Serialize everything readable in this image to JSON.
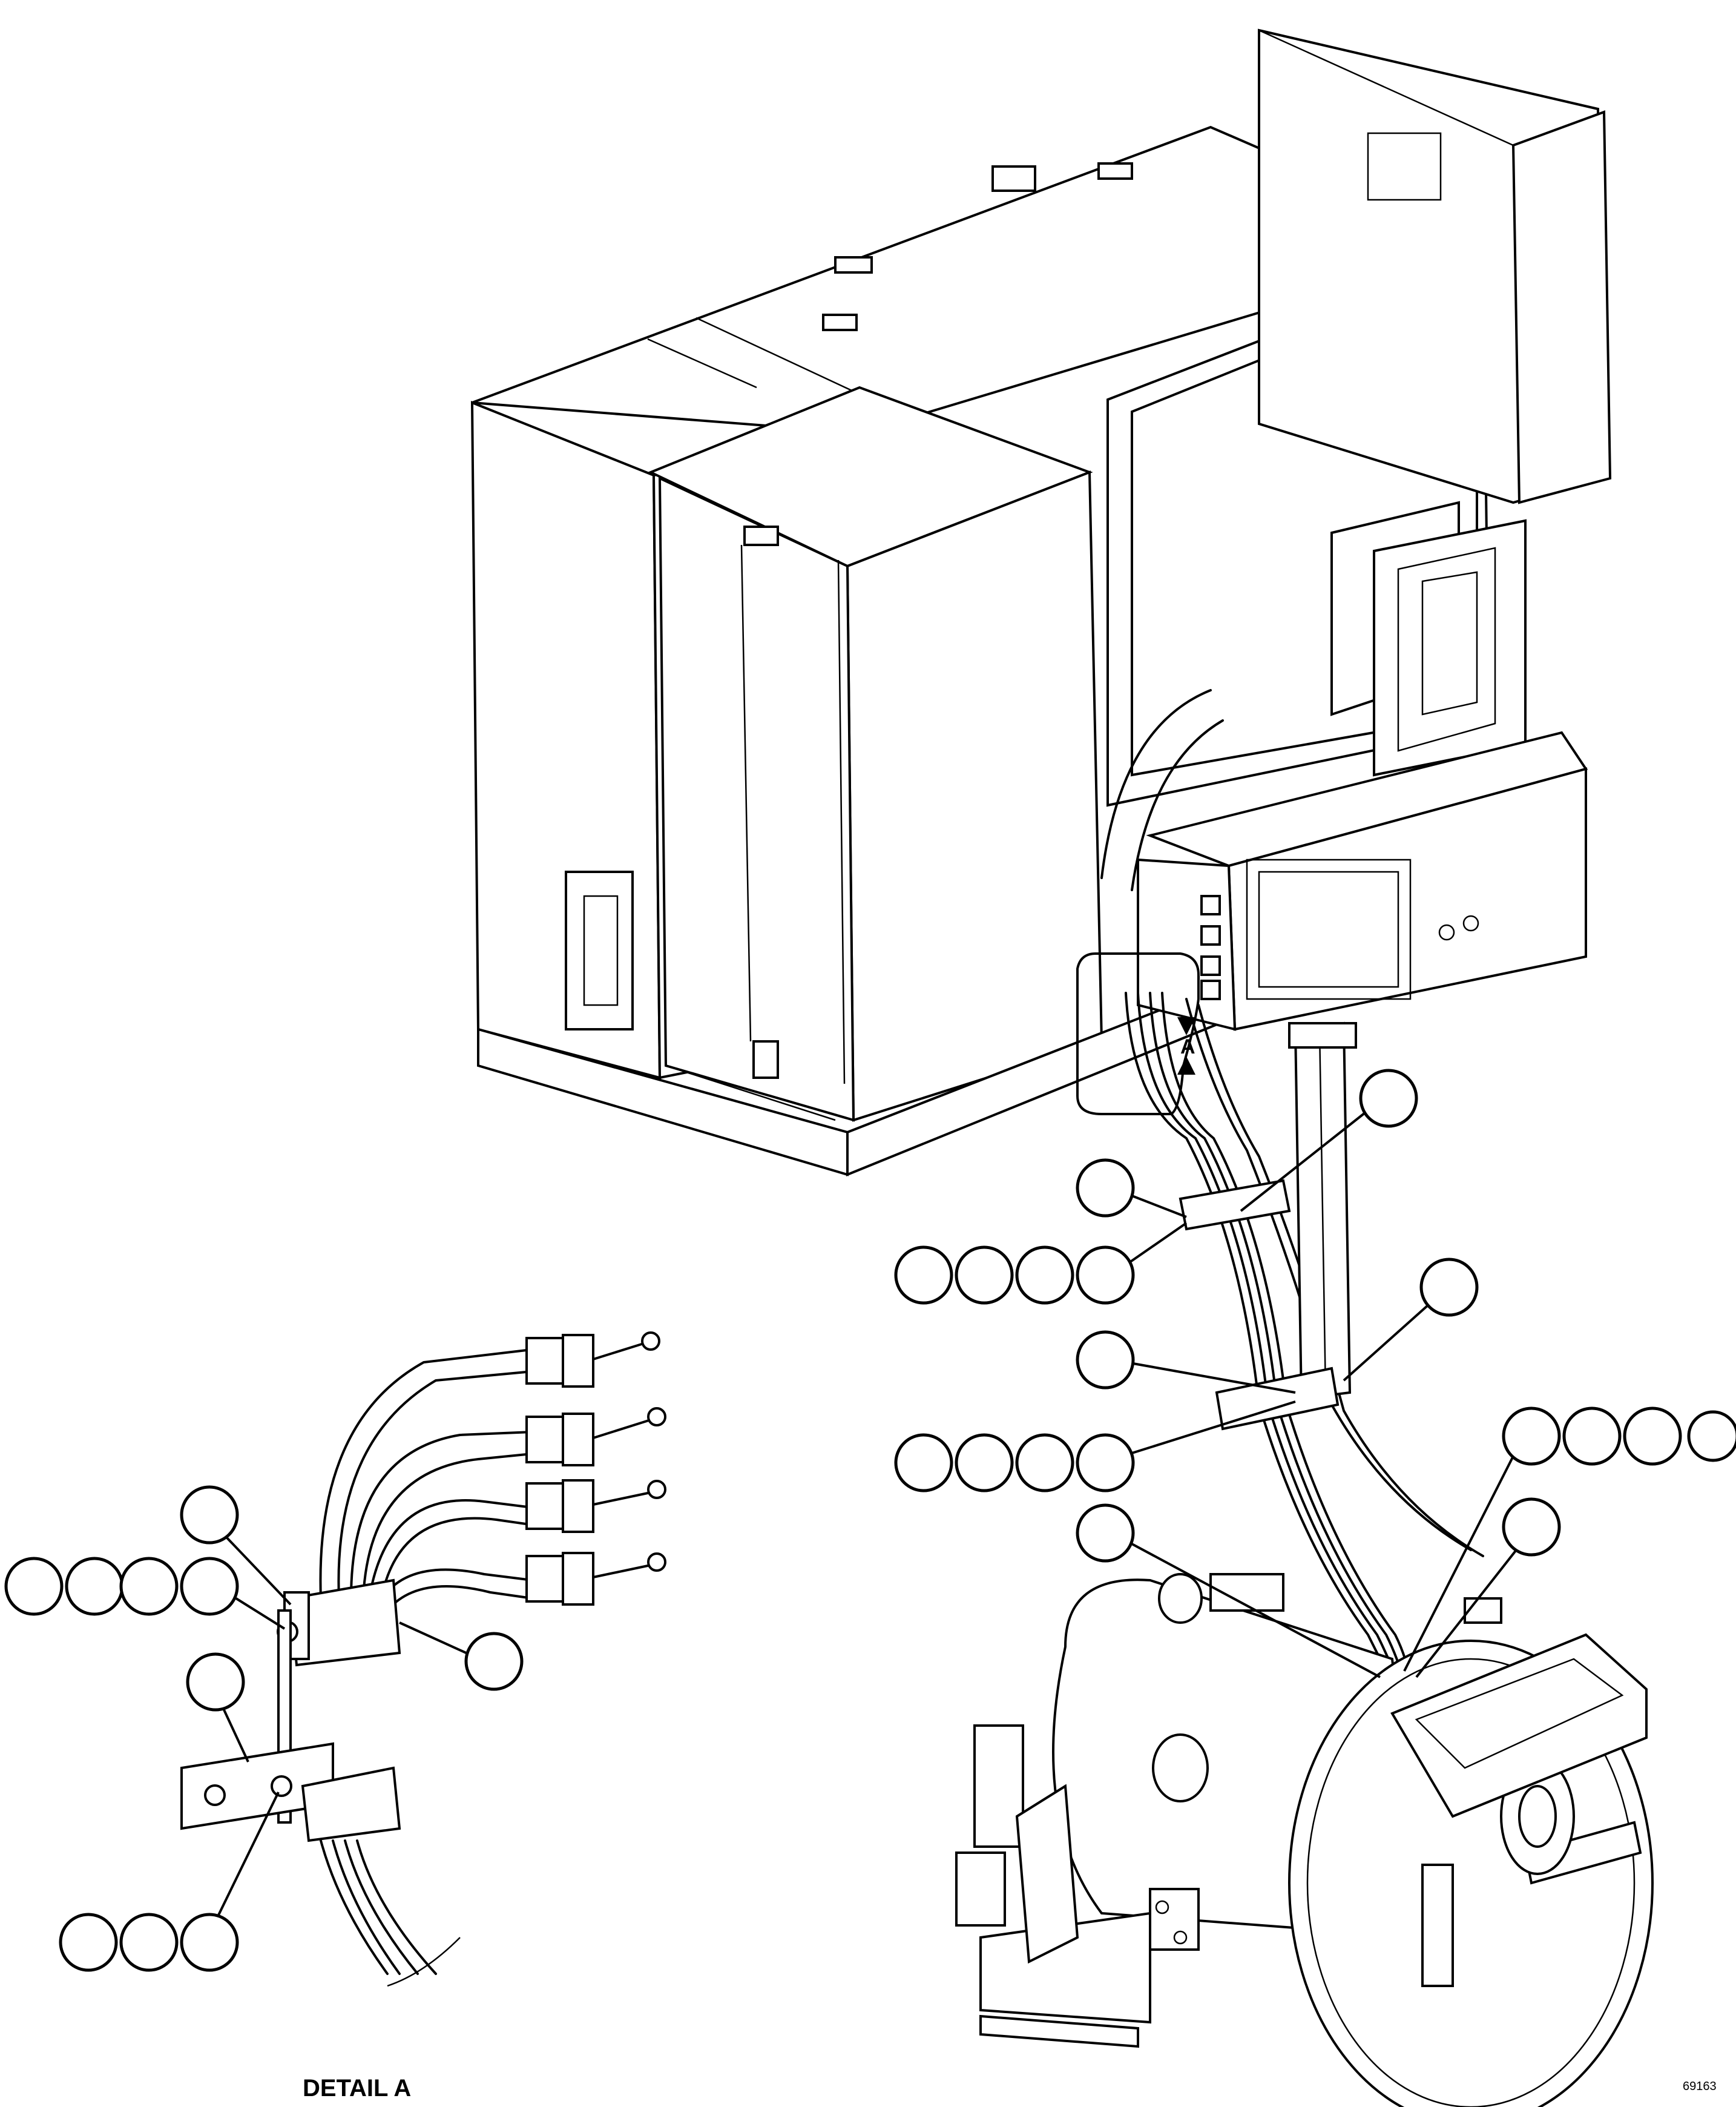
{
  "section_marker": "A",
  "detail_caption": "DETAIL A",
  "drawing_number": "69163",
  "balloons": {
    "label_1": "",
    "label_2": "",
    "label_3": "",
    "label_4": "",
    "label_5": "",
    "label_6": "",
    "label_7": "",
    "label_8": "",
    "label_9": "",
    "label_10": "",
    "label_11": "",
    "label_12": "",
    "label_13": "",
    "label_14": "",
    "label_15": "",
    "label_16": "",
    "label_17": "",
    "label_18": "",
    "label_19": "",
    "label_20": "",
    "label_21": "",
    "label_22": "",
    "label_23": "",
    "label_24": "",
    "label_25": "",
    "label_26": "",
    "label_27": "",
    "label_28": "",
    "label_29": "",
    "label_30": "",
    "label_31": ""
  }
}
